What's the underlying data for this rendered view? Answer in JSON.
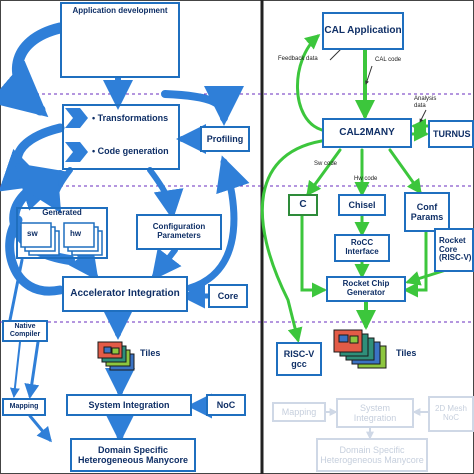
{
  "colors": {
    "blue_arrow": "#2f7fd8",
    "blue_border": "#1f6fbf",
    "green_arrow": "#3cc63c",
    "green_border": "#2e8b3a",
    "purple_dashed": "#6a2dbf",
    "faded": "#cfd8e6",
    "tile_colors": [
      "#2f8f7a",
      "#e35b47",
      "#3b73c4",
      "#8dc63f"
    ]
  },
  "left": {
    "app_dev": "Application development",
    "transformations": "Transformations",
    "code_generation": "Code generation",
    "profiling": "Profiling",
    "generated": "Generated",
    "sw": "sw",
    "hw": "hw",
    "config_params": "Configuration Parameters",
    "accel_integration": "Accelerator Integration",
    "core": "Core",
    "native_compiler": "Native Compiler",
    "tiles": "Tiles",
    "mapping": "Mapping",
    "system_integration": "System Integration",
    "noc": "NoC",
    "domain_specific": "Domain Specific Heterogeneous Manycore"
  },
  "right": {
    "cal_app": "CAL Application",
    "feedback_data": "Feedback data",
    "cal_code": "CAL code",
    "analysis_data": "Analysis data",
    "cal2many": "CAL2MANY",
    "turnus": "TURNUS",
    "sw_code": "Sw code",
    "hw_code": "Hw code",
    "c": "C",
    "chisel": "Chisel",
    "conf_params": "Conf Params",
    "rocc": "RoCC Interface",
    "rocket_core": "Rocket Core (RISC-V)",
    "rocket_chip": "Rocket Chip Generator",
    "riscv_gcc": "RISC-V gcc",
    "tiles": "Tiles",
    "mapping": "Mapping",
    "system_integration": "System Integration",
    "mesh_noc": "2D Mesh NoC",
    "domain_specific": "Domain Specific Heterogeneous Manycore"
  }
}
